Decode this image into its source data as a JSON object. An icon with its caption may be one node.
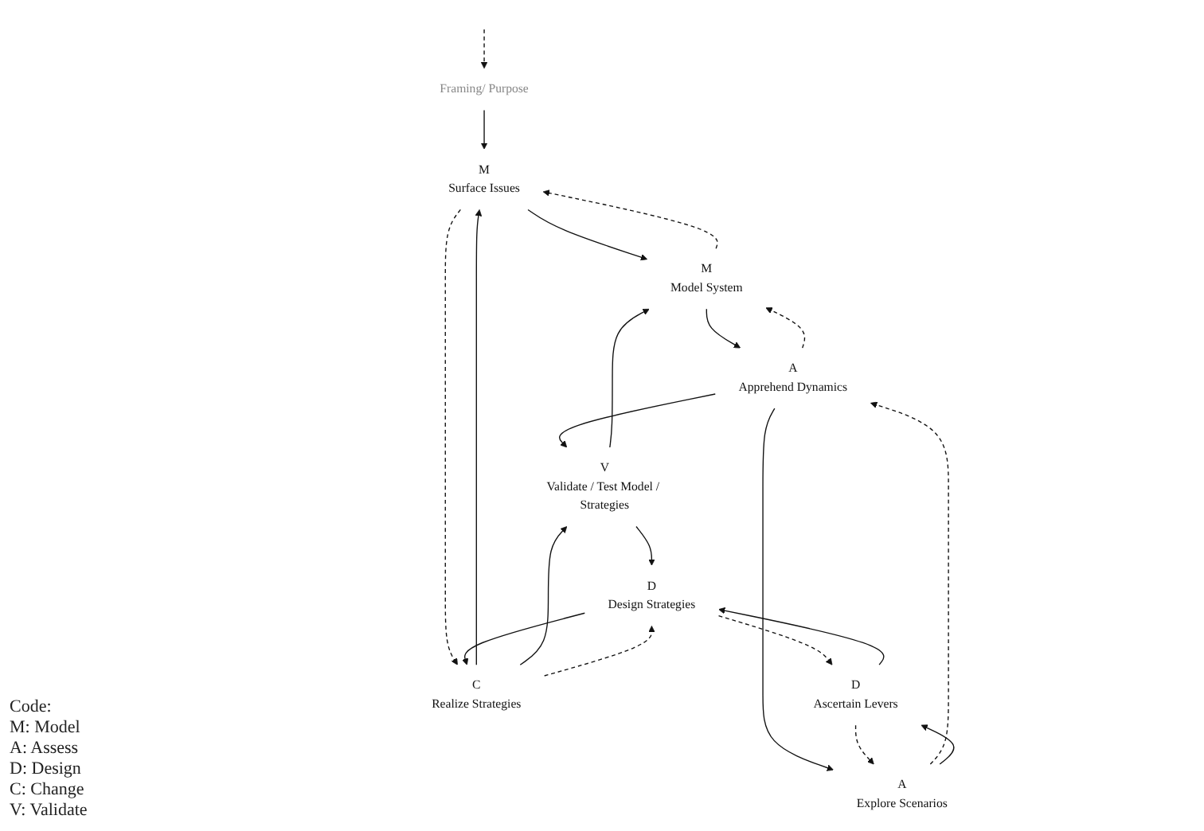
{
  "diagram": {
    "nodes": [
      {
        "text": [
          "Framing/ Purpose"
        ]
      },
      {
        "text": [
          "Surface Issues"
        ],
        "beside": [
          "M"
        ]
      },
      {
        "text": [
          "Realize Strategies"
        ],
        "beside": [
          "C"
        ]
      },
      {
        "text": [
          "Model System"
        ],
        "beside": [
          "M"
        ]
      },
      {
        "text": [
          "Validate / Test Model / Strategies"
        ],
        "beside": [
          "V"
        ]
      },
      {
        "text": [
          "Design Strategies"
        ],
        "beside": [
          "D"
        ]
      },
      {
        "text": [
          "Apprehend Dynamics"
        ],
        "beside": [
          "A"
        ]
      },
      {
        "text": [
          "Ascertain Levers"
        ],
        "beside": [
          "D"
        ]
      },
      {
        "text": [
          "Explore Scenarios"
        ],
        "beside": [
          "A"
        ]
      }
    ],
    "edges": [
      {
        "from": null,
        "to": 0,
        "arrow": "to",
        "style": "dashed"
      },
      {
        "from": 0,
        "to": 1,
        "arrow": "to"
      },
      {
        "from": 1,
        "to": 3,
        "arrow": "to"
      },
      {
        "from": 3,
        "to": 1,
        "arrow": "to",
        "style": "dashed"
      },
      {
        "from": 2,
        "to": 1,
        "arrow": "to"
      },
      {
        "from": 1,
        "to": 2,
        "arrow": "to",
        "style": "dashed"
      },
      {
        "from": 2,
        "to": 4,
        "arrow": "to"
      },
      {
        "from": 4,
        "to": 3,
        "arrow": "to"
      },
      {
        "from": 3,
        "to": 6,
        "arrow": "to"
      },
      {
        "from": 6,
        "to": 3,
        "arrow": "to",
        "style": "dashed"
      },
      {
        "from": 6,
        "to": 4,
        "arrow": "to"
      },
      {
        "from": 4,
        "to": 5,
        "arrow": "to"
      },
      {
        "from": 2,
        "to": 5,
        "arrow": "to",
        "style": "dashed"
      },
      {
        "from": 5,
        "to": 2,
        "arrow": "to"
      },
      {
        "from": 6,
        "to": 8,
        "arrow": "to"
      },
      {
        "from": 8,
        "to": 6,
        "arrow": "to",
        "style": "dashed"
      },
      {
        "from": 8,
        "to": 7,
        "arrow": "to"
      },
      {
        "from": 7,
        "to": 8,
        "arrow": "to",
        "style": "dashed"
      },
      {
        "from": 7,
        "to": 5,
        "arrow": "to"
      },
      {
        "from": 5,
        "to": 7,
        "arrow": "to",
        "style": "dashed"
      }
    ],
    "labels": [
      "Code:",
      "M: Model",
      "A: Assess",
      "D: Design",
      "C: Change",
      "V: Validate"
    ]
  }
}
